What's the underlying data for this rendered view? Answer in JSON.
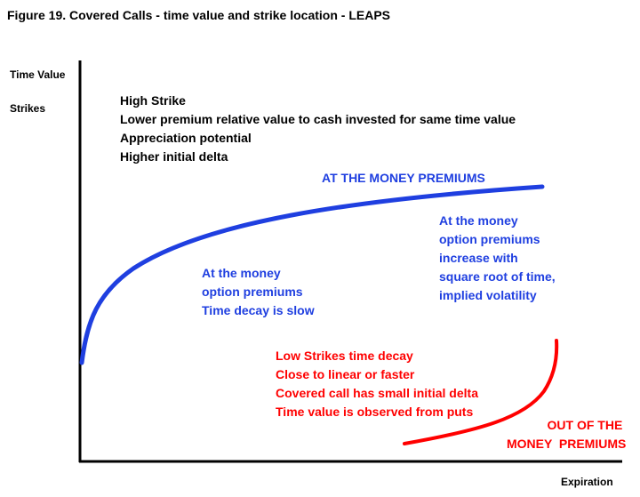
{
  "title": "Figure 19. Covered Calls - time value and strike location - LEAPS",
  "y_axis": {
    "label_1": "Time Value",
    "label_2": "Strikes"
  },
  "x_axis": {
    "label": "Expiration"
  },
  "high_strike_notes": [
    "High Strike",
    "Lower premium relative value to cash invested for same time value",
    "Appreciation potential",
    "Higher initial delta"
  ],
  "atm_heading": "AT THE MONEY PREMIUMS",
  "atm_left_notes": [
    "At the money",
    "option premiums",
    "Time decay is slow"
  ],
  "atm_right_notes": [
    "At the money",
    "option premiums",
    "increase with",
    "square root of time,",
    "implied volatility"
  ],
  "low_strike_notes": [
    "Low Strikes time decay",
    "Close to linear or faster",
    "Covered call has small initial delta",
    "Time value is observed from puts"
  ],
  "otm_notes": [
    "OUT OF THE",
    "MONEY  PREMIUMS"
  ],
  "colors": {
    "atm_curve": "#1f3fe0",
    "otm_curve": "#ff0000",
    "axes": "#000000"
  }
}
